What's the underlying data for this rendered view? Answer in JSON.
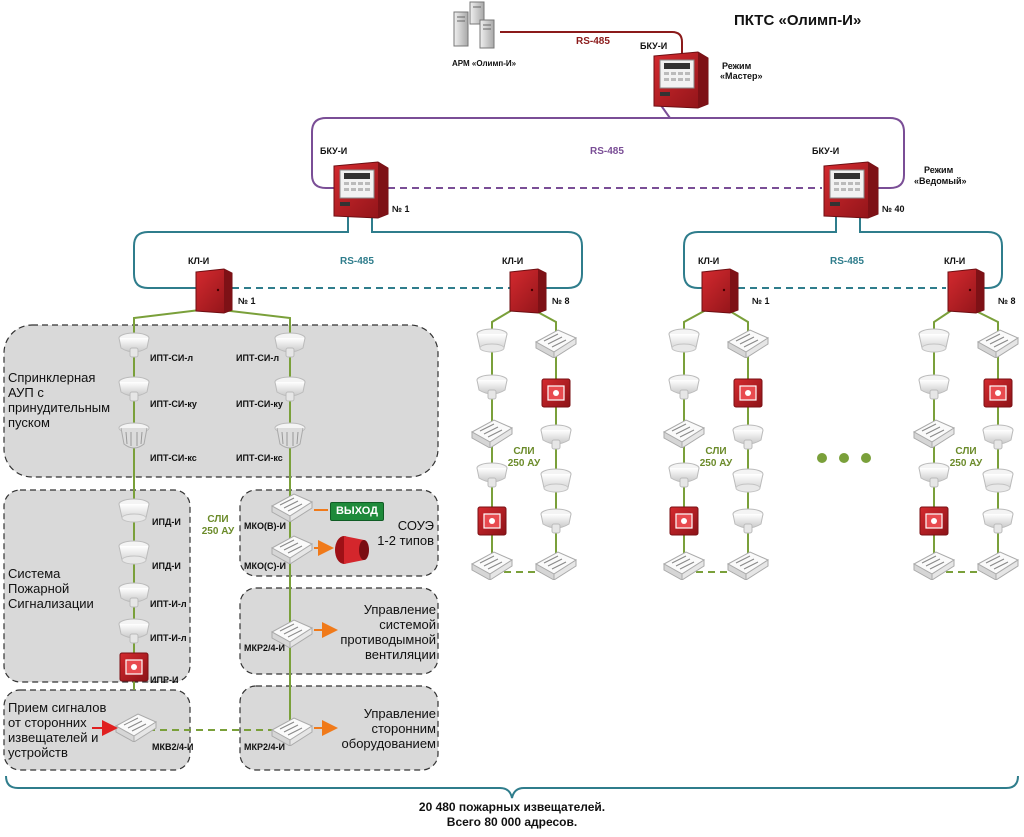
{
  "title": "ПКТС «Олимп-И»",
  "arm_label": "АРМ «Олимп-И»",
  "rs485": "RS-485",
  "bku": "БКУ-И",
  "mode_master": [
    "Режим",
    "«Мастер»"
  ],
  "mode_slave": [
    "Режим",
    "«Ведомый»"
  ],
  "kl": "КЛ-И",
  "num1": "№ 1",
  "num8": "№ 8",
  "num40": "№ 40",
  "sli": [
    "СЛИ",
    "250 АУ"
  ],
  "ipt_si_l": "ИПТ-СИ-л",
  "ipt_si_ku": "ИПТ-СИ-ку",
  "ipt_si_ks": "ИПТ-СИ-кс",
  "ipd_i": "ИПД-И",
  "ipt_i_l": "ИПТ-И-л",
  "ipr_i": "ИПР-И",
  "mko_v": "МКО(В)-И",
  "mko_s": "МКО(С)-И",
  "mkr": "МКР2/4-И",
  "mkv": "МКВ2/4-И",
  "exit_sign": "ВЫХОД",
  "zone_sprinkler": [
    "Спринклерная",
    "АУП с",
    "принудительным",
    "пуском"
  ],
  "zone_fire_alarm": [
    "Система",
    "Пожарной",
    "Сигнализации"
  ],
  "zone_receive": [
    "Прием сигналов",
    "от сторонних",
    "извещателей и",
    "устройств"
  ],
  "zone_soue": [
    "СОУЭ",
    "1-2 типов"
  ],
  "zone_smoke": [
    "Управление",
    "системой",
    "противодымной",
    "вентиляции"
  ],
  "zone_third": [
    "Управление",
    "сторонним",
    "оборудованием"
  ],
  "summary": [
    "20 480 пожарных извещателей.",
    "Всего 80 000 адресов."
  ],
  "colors": {
    "rs485_top": "#8b1a1a",
    "rs485_mid": "#7a4e96",
    "rs485_low": "#2f7d8c",
    "sli": "#7aa03a",
    "device_red": "#b81c22",
    "zone_fill": "#d9d9d9",
    "arrow_orange": "#f07a1a",
    "arrow_red": "#e02020"
  }
}
